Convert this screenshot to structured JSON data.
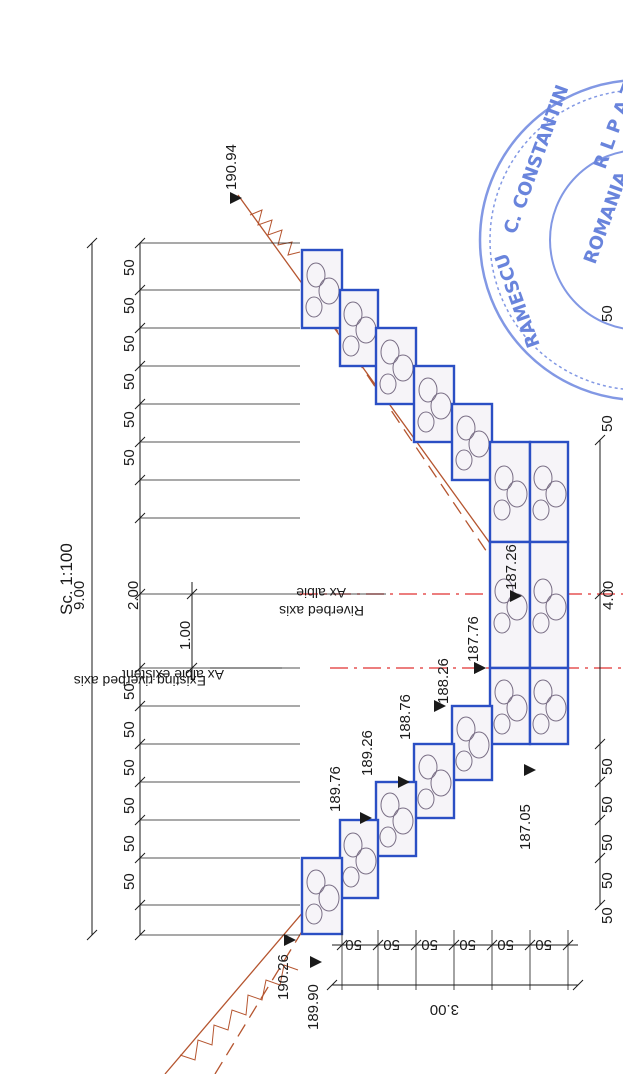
{
  "scale": "Sc. 1:100",
  "dimensions_top": {
    "total": "9.00",
    "segments_left": [
      "50",
      "50",
      "50",
      "50",
      "50",
      "50"
    ],
    "center": "2.00",
    "segments_right": [
      "50",
      "50",
      "50",
      "50",
      "50",
      "50"
    ],
    "offset": "1.00"
  },
  "dimensions_bottom": {
    "segments_left": [
      "50",
      "50",
      "50",
      "50",
      "50"
    ],
    "center": "4.00",
    "segments_right": [
      "50",
      "50"
    ]
  },
  "dimensions_side": {
    "total": "3.00",
    "segments": [
      "50",
      "50",
      "50",
      "50",
      "50",
      "50"
    ]
  },
  "elevations": {
    "e1": "190.94",
    "e2": "189.76",
    "e3": "189.26",
    "e4": "188.76",
    "e5": "188.26",
    "e6": "187.76",
    "e7": "187.26",
    "e8": "187.05",
    "e9": "190.26",
    "e10": "189.90"
  },
  "axes": {
    "existing_line1": "Ax albie existent",
    "existing_line2": "Existing riverbed axis",
    "new_line1": "Ax albie",
    "new_line2": "Riverbed axis"
  },
  "stamp": {
    "text_top": "C. CONSTANTIN",
    "text_country": "ROMANIA",
    "text_inner": "R L P A T",
    "text_bottom": "RAMESCU"
  },
  "colors": {
    "structure": "#2b4fc4",
    "terrain": "#b5552f",
    "axis": "#e03030",
    "stamp": "#4f6fd6",
    "ink": "#1a1a1a"
  }
}
